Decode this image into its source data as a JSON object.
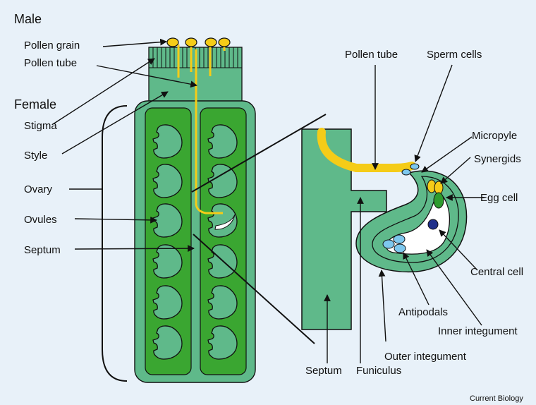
{
  "colors": {
    "background": "#e8f1f9",
    "tissue": "#5fb98a",
    "ovary_inner": "#3aa631",
    "ovule": "#5fb98a",
    "pollen": "#f5cc18",
    "sperm": "#7ec8ee",
    "antipodal": "#7ec8ee",
    "central_nucleus": "#1f2f8a",
    "egg": "#2e9c2e",
    "outline": "#111111"
  },
  "headings": {
    "male": "Male",
    "female": "Female"
  },
  "left_labels": {
    "pollen_grain": "Pollen grain",
    "pollen_tube": "Pollen tube",
    "stigma": "Stigma",
    "style": "Style",
    "ovary": "Ovary",
    "ovules": "Ovules",
    "septum": "Septum"
  },
  "right_labels": {
    "pollen_tube": "Pollen tube",
    "sperm_cells": "Sperm cells",
    "micropyle": "Micropyle",
    "synergids": "Synergids",
    "egg_cell": "Egg cell",
    "central_cell": "Central cell",
    "antipodals": "Antipodals",
    "inner_integument": "Inner integument",
    "outer_integument": "Outer integument",
    "septum": "Septum",
    "funiculus": "Funiculus"
  },
  "credit": "Current Biology"
}
